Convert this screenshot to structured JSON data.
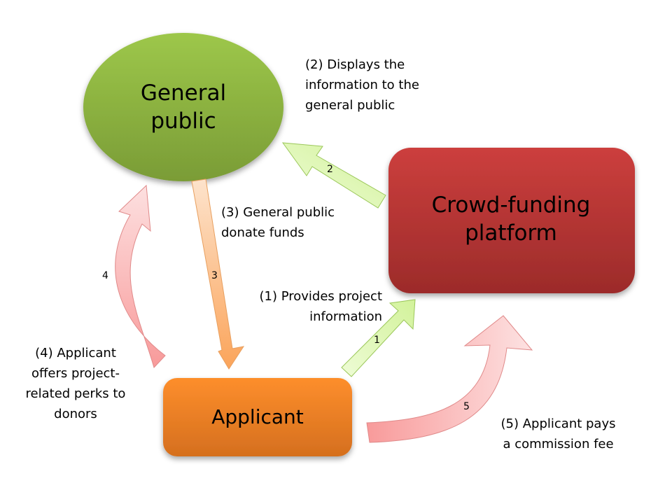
{
  "nodes": {
    "general_public": {
      "label_line1": "General",
      "label_line2": "public",
      "color": "#8fb843"
    },
    "platform": {
      "label_line1": "Crowd-funding",
      "label_line2": "platform",
      "color": "#c0393a"
    },
    "applicant": {
      "label": "Applicant",
      "color": "#f5892a"
    }
  },
  "arrows": [
    {
      "number": "1",
      "color": "#dff5b8"
    },
    {
      "number": "2",
      "color": "#dff5b8"
    },
    {
      "number": "3",
      "color": "#fbbf8a"
    },
    {
      "number": "4",
      "color": "#fbc2c2"
    },
    {
      "number": "5",
      "color": "#fbc2c2"
    }
  ],
  "notes": {
    "step1": {
      "line1": "(1) Provides  project",
      "line2": "information"
    },
    "step2": {
      "line1": "(2) Displays the",
      "line2": "information to the",
      "line3": "general public"
    },
    "step3": {
      "line1": "(3) General public",
      "line2": "donate funds"
    },
    "step4": {
      "line1": "(4) Applicant",
      "line2": "offers project-",
      "line3": "related perks to",
      "line4": "donors"
    },
    "step5": {
      "line1": "(5) Applicant pays",
      "line2": "a commission fee"
    }
  }
}
